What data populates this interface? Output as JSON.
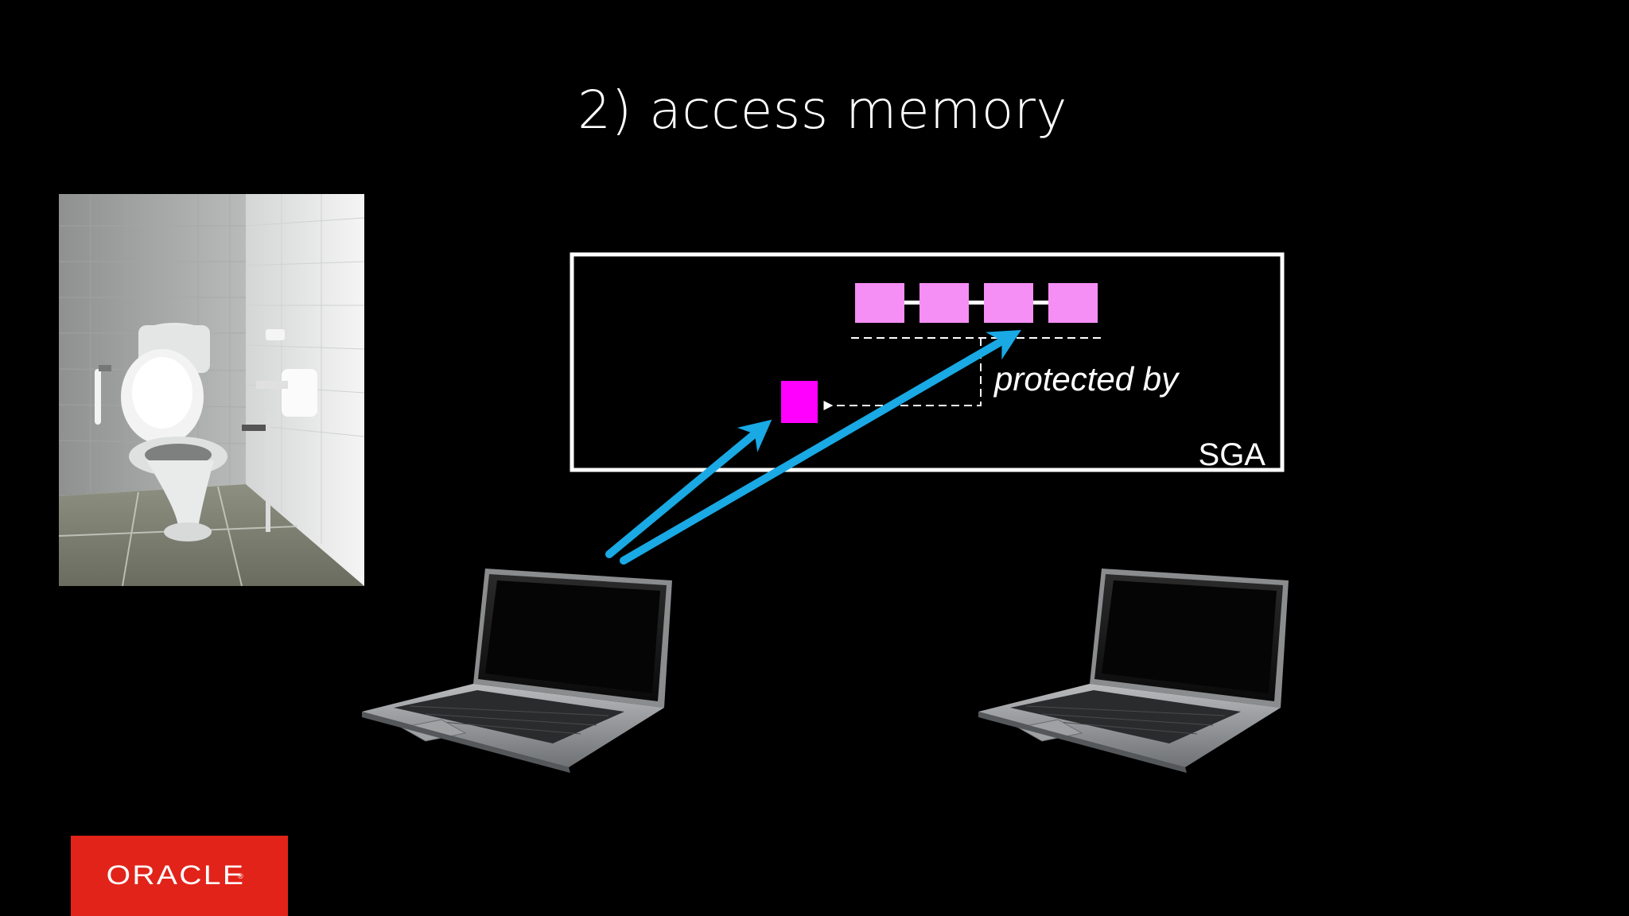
{
  "slide": {
    "title": "2) access memory"
  },
  "diagram": {
    "sga_label": "SGA",
    "annotation": "protected by",
    "chain_block_color": "#f58ef5",
    "single_block_color": "#ff00ff",
    "arrow_color": "#19a9e5",
    "box_color": "#ffffff"
  },
  "photo": {
    "icon": "restroom-photo"
  },
  "laptops": [
    {
      "icon": "laptop-icon",
      "side": "left"
    },
    {
      "icon": "laptop-icon",
      "side": "right"
    }
  ],
  "logo": {
    "text": "ORACLE",
    "mark": "®",
    "color": "#e2231a"
  }
}
